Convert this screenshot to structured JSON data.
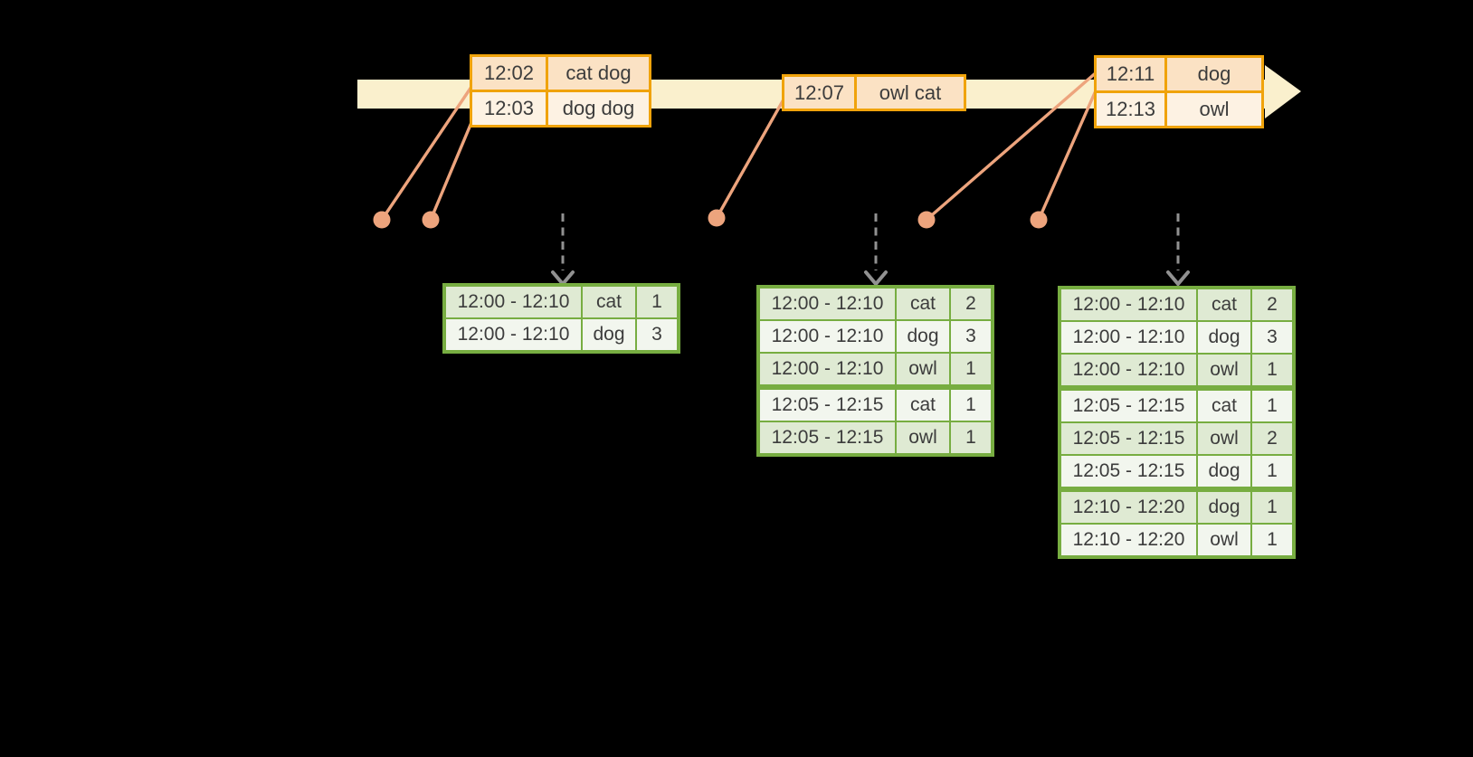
{
  "colors": {
    "background": "#000000",
    "timeline": "#FAF0CD",
    "event_border": "#F0A30B",
    "event_row_dark": "#FBE2C4",
    "event_row_light": "#FDF2E3",
    "salmon": "#EDA47D",
    "green_border": "#77AD41",
    "green_row_dark": "#DFEAD3",
    "green_row_light": "#F2F6EE",
    "arrow_gray": "#919191",
    "text": "#3C3C3C"
  },
  "icons": {
    "timeline_arrow": "right-arrow-band",
    "trigger_arrow": "dashed-down-arrow",
    "event_dot": "event-time-dot"
  },
  "event_tables": [
    {
      "rows": [
        {
          "time": "12:02",
          "words": "cat dog"
        },
        {
          "time": "12:03",
          "words": "dog dog"
        }
      ]
    },
    {
      "rows": [
        {
          "time": "12:07",
          "words": "owl cat"
        }
      ]
    },
    {
      "rows": [
        {
          "time": "12:11",
          "words": "dog"
        },
        {
          "time": "12:13",
          "words": "owl"
        }
      ]
    }
  ],
  "result_tables": [
    {
      "rows": [
        {
          "window": "12:00 - 12:10",
          "word": "cat",
          "count": "1"
        },
        {
          "window": "12:00 - 12:10",
          "word": "dog",
          "count": "3"
        }
      ]
    },
    {
      "rows": [
        {
          "window": "12:00 - 12:10",
          "word": "cat",
          "count": "2"
        },
        {
          "window": "12:00 - 12:10",
          "word": "dog",
          "count": "3"
        },
        {
          "window": "12:00 - 12:10",
          "word": "owl",
          "count": "1"
        },
        {
          "window": "12:05 - 12:15",
          "word": "cat",
          "count": "1"
        },
        {
          "window": "12:05 - 12:15",
          "word": "owl",
          "count": "1"
        }
      ]
    },
    {
      "rows": [
        {
          "window": "12:00 - 12:10",
          "word": "cat",
          "count": "2"
        },
        {
          "window": "12:00 - 12:10",
          "word": "dog",
          "count": "3"
        },
        {
          "window": "12:00 - 12:10",
          "word": "owl",
          "count": "1"
        },
        {
          "window": "12:05 - 12:15",
          "word": "cat",
          "count": "1"
        },
        {
          "window": "12:05 - 12:15",
          "word": "owl",
          "count": "2"
        },
        {
          "window": "12:05 - 12:15",
          "word": "dog",
          "count": "1"
        },
        {
          "window": "12:10 - 12:20",
          "word": "dog",
          "count": "1"
        },
        {
          "window": "12:10 - 12:20",
          "word": "owl",
          "count": "1"
        }
      ]
    }
  ]
}
